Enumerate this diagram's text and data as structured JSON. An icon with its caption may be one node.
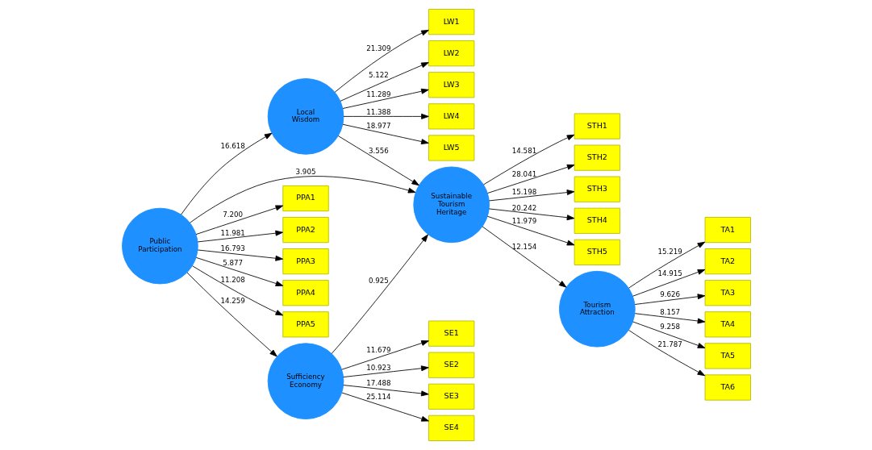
{
  "diagram": {
    "nodes": [
      {
        "text": [
          "LW1"
        ]
      },
      {
        "text": [
          "LW2"
        ]
      },
      {
        "text": [
          "LW3"
        ]
      },
      {
        "text": [
          "LW4"
        ]
      },
      {
        "text": [
          "LW5"
        ]
      },
      {
        "text": [
          "STH1"
        ]
      },
      {
        "text": [
          "STH2"
        ]
      },
      {
        "text": [
          "STH3"
        ]
      },
      {
        "text": [
          "STH4"
        ]
      },
      {
        "text": [
          "STH5"
        ]
      },
      {
        "text": [
          "Local Wisdom"
        ]
      },
      {
        "text": [
          "Sustainable Tourism Heritage"
        ]
      },
      {
        "text": [
          "PPA1"
        ]
      },
      {
        "text": [
          "PPA2"
        ]
      },
      {
        "text": [
          "PPA3"
        ]
      },
      {
        "text": [
          "PPA4"
        ]
      },
      {
        "text": [
          "PPA5"
        ]
      },
      {
        "text": [
          "Public Participation"
        ]
      },
      {
        "text": [
          "SE1"
        ]
      },
      {
        "text": [
          "SE2"
        ]
      },
      {
        "text": [
          "SE3"
        ]
      },
      {
        "text": [
          "SE4"
        ]
      },
      {
        "text": [
          "Sufficiency Economy"
        ]
      },
      {
        "text": [
          "TA1"
        ]
      },
      {
        "text": [
          "TA2"
        ]
      },
      {
        "text": [
          "TA3"
        ]
      },
      {
        "text": [
          "TA4"
        ]
      },
      {
        "text": [
          "TA5"
        ]
      },
      {
        "text": [
          "TA6"
        ]
      },
      {
        "text": [
          "Tourism Attraction"
        ]
      }
    ],
    "edges": [
      {
        "from": 10,
        "to": 0,
        "arrow": "to",
        "label": "21.309"
      },
      {
        "from": 10,
        "to": 1,
        "arrow": "to",
        "label": "5.122"
      },
      {
        "from": 10,
        "to": 2,
        "arrow": "to",
        "label": "11.289"
      },
      {
        "from": 10,
        "to": 3,
        "arrow": "to",
        "label": "11.388"
      },
      {
        "from": 10,
        "to": 4,
        "arrow": "to",
        "label": "18.977"
      },
      {
        "from": 11,
        "to": 5,
        "arrow": "to",
        "label": "14.581"
      },
      {
        "from": 11,
        "to": 6,
        "arrow": "to",
        "label": "28.041"
      },
      {
        "from": 11,
        "to": 7,
        "arrow": "to",
        "label": "15.198"
      },
      {
        "from": 11,
        "to": 8,
        "arrow": "to",
        "label": "20.242"
      },
      {
        "from": 11,
        "to": 9,
        "arrow": "to",
        "label": "11.979"
      },
      {
        "from": 10,
        "to": 11,
        "arrow": "to",
        "label": "3.556"
      },
      {
        "from": 17,
        "to": 10,
        "arrow": "to",
        "label": "16.618"
      },
      {
        "from": 17,
        "to": 11,
        "arrow": "to",
        "label": "3.905"
      },
      {
        "from": 22,
        "to": 11,
        "arrow": "to",
        "label": "0.925"
      },
      {
        "from": 11,
        "to": 29,
        "arrow": "to",
        "label": "12.154"
      },
      {
        "from": 17,
        "to": 12,
        "arrow": "to",
        "label": "7.200"
      },
      {
        "from": 17,
        "to": 13,
        "arrow": "to",
        "label": "11.981"
      },
      {
        "from": 17,
        "to": 14,
        "arrow": "to",
        "label": "16.793"
      },
      {
        "from": 17,
        "to": 15,
        "arrow": "to",
        "label": "5.877"
      },
      {
        "from": 17,
        "to": 16,
        "arrow": "to",
        "label": "11.208"
      },
      {
        "from": 17,
        "to": 22,
        "arrow": "to",
        "label": "14.259"
      },
      {
        "from": 22,
        "to": 18,
        "arrow": "to",
        "label": "11.679"
      },
      {
        "from": 22,
        "to": 19,
        "arrow": "to",
        "label": "10.923"
      },
      {
        "from": 22,
        "to": 20,
        "arrow": "to",
        "label": "17.488"
      },
      {
        "from": 22,
        "to": 21,
        "arrow": "to",
        "label": "25.114"
      },
      {
        "from": 29,
        "to": 23,
        "arrow": "to",
        "label": "15.219"
      },
      {
        "from": 29,
        "to": 24,
        "arrow": "to",
        "label": "14.915"
      },
      {
        "from": 29,
        "to": 25,
        "arrow": "to",
        "label": "9.626"
      },
      {
        "from": 29,
        "to": 26,
        "arrow": "to",
        "label": "8.157"
      },
      {
        "from": 29,
        "to": 27,
        "arrow": "to",
        "label": "9.258"
      },
      {
        "from": 29,
        "to": 28,
        "arrow": "to",
        "label": "21.787"
      }
    ]
  }
}
